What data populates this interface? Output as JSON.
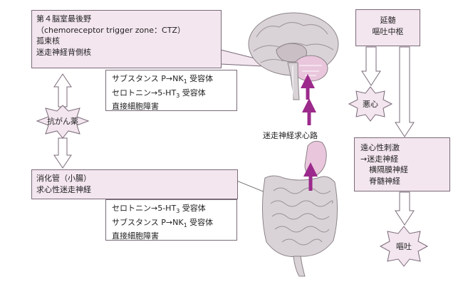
{
  "ctz_box": {
    "lines": [
      "第４脳室最後野",
      "（chemoreceptor trigger zone：CTZ）",
      "孤束核",
      "迷走神経背側核"
    ]
  },
  "ctz_receptors": {
    "line1_prefix": "サブスタンス P→NK",
    "line1_sub": "1",
    "line1_suffix": " 受容体",
    "line2_prefix": "セロトニン→5-HT",
    "line2_sub": "3",
    "line2_suffix": " 受容体",
    "line3": "直接細胞障害"
  },
  "anticancer_label": "抗がん薬",
  "gi_box": {
    "lines": [
      "消化管（小腸）",
      "求心性迷走神経"
    ]
  },
  "gi_receptors": {
    "line1_prefix": "セロトニン→5-HT",
    "line1_sub": "3",
    "line1_suffix": " 受容体",
    "line2_prefix": "サブスタンス P→NK",
    "line2_sub": "1",
    "line2_suffix": " 受容体",
    "line3": "直接細胞障害"
  },
  "vagal_afferent_label": "迷走神経求心路",
  "medulla_box": {
    "lines": [
      "延髄",
      "嘔吐中枢"
    ]
  },
  "nausea_label": "悪心",
  "efferent_box": {
    "lines": [
      "遠心性刺激",
      "→迷走神経",
      "横隔膜神経",
      "脊髄神経"
    ]
  },
  "vomiting_label": "嘔吐",
  "colors": {
    "box_fill": "#f3e6ef",
    "box_border": "#7a6a78",
    "arrow_magenta": "#9c2a8c",
    "organ_fill": "#d9d3d7",
    "organ_pink": "#e9c6dc"
  }
}
